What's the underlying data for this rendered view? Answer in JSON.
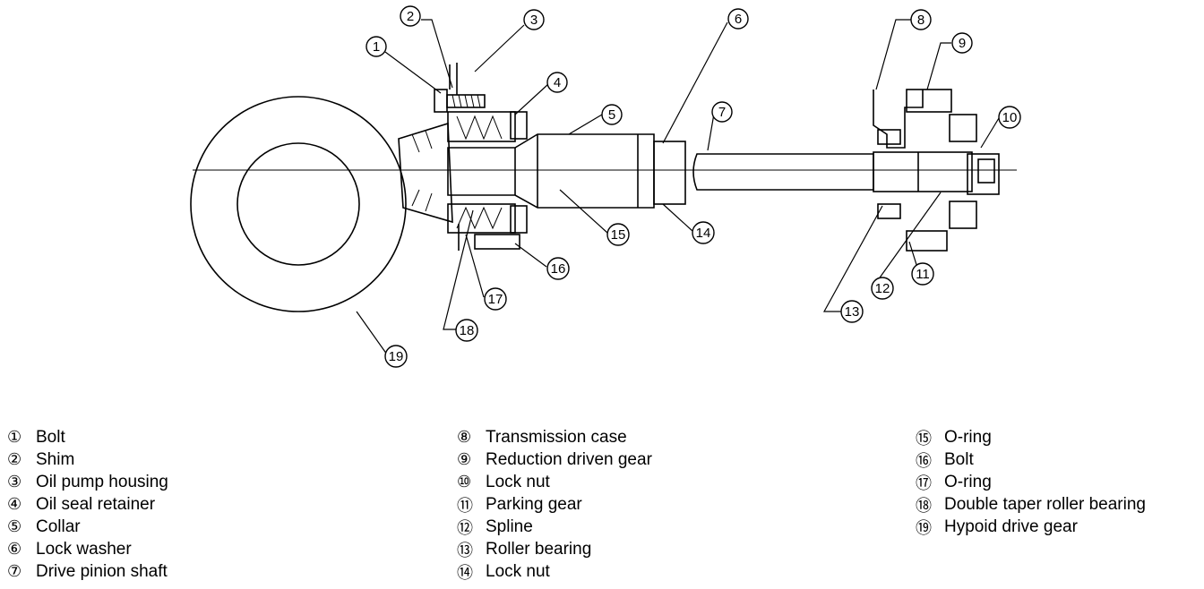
{
  "legend": [
    {
      "number": "①",
      "label": "Bolt"
    },
    {
      "number": "②",
      "label": "Shim"
    },
    {
      "number": "③",
      "label": "Oil pump housing"
    },
    {
      "number": "④",
      "label": "Oil seal retainer"
    },
    {
      "number": "⑤",
      "label": "Collar"
    },
    {
      "number": "⑥",
      "label": "Lock washer"
    },
    {
      "number": "⑦",
      "label": "Drive pinion shaft"
    },
    {
      "number": "⑧",
      "label": "Transmission case"
    },
    {
      "number": "⑨",
      "label": "Reduction driven gear"
    },
    {
      "number": "⑩",
      "label": "Lock nut"
    },
    {
      "number": "⑪",
      "label": "Parking gear"
    },
    {
      "number": "⑫",
      "label": "Spline"
    },
    {
      "number": "⑬",
      "label": "Roller bearing"
    },
    {
      "number": "⑭",
      "label": "Lock nut"
    },
    {
      "number": "⑮",
      "label": "O-ring"
    },
    {
      "number": "⑯",
      "label": "Bolt"
    },
    {
      "number": "⑰",
      "label": "O-ring"
    },
    {
      "number": "⑱",
      "label": "Double taper roller bearing"
    },
    {
      "number": "⑲",
      "label": "Hypoid drive gear"
    }
  ],
  "callouts": [
    "1",
    "2",
    "3",
    "4",
    "5",
    "6",
    "7",
    "8",
    "9",
    "10",
    "11",
    "12",
    "13",
    "14",
    "15",
    "16",
    "17",
    "18",
    "19"
  ]
}
